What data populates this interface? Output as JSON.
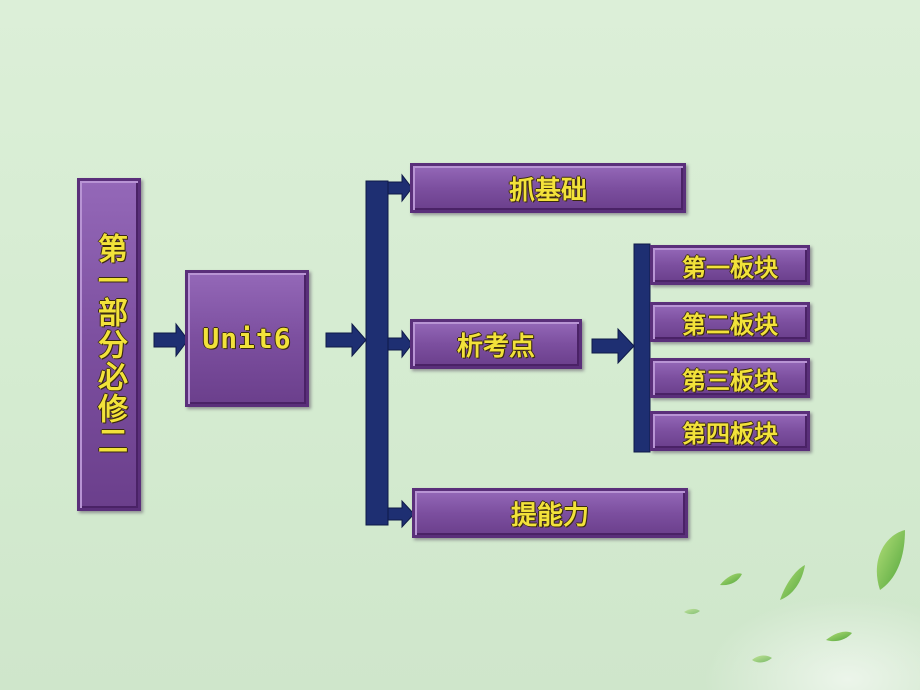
{
  "root": {
    "label": "第一部分必修二"
  },
  "unit": {
    "label": "Unit6"
  },
  "sections": [
    {
      "label": "抓基础"
    },
    {
      "label": "析考点"
    },
    {
      "label": "提能力"
    }
  ],
  "blocks": [
    {
      "label": "第一板块"
    },
    {
      "label": "第二板块"
    },
    {
      "label": "第三板块"
    },
    {
      "label": "第四板块"
    }
  ],
  "colors": {
    "background": "#d8edd3",
    "box": "#7c4f9f",
    "text": "#f2e23a",
    "connector": "#1e2f72",
    "leaf": "#8ccf5a"
  }
}
